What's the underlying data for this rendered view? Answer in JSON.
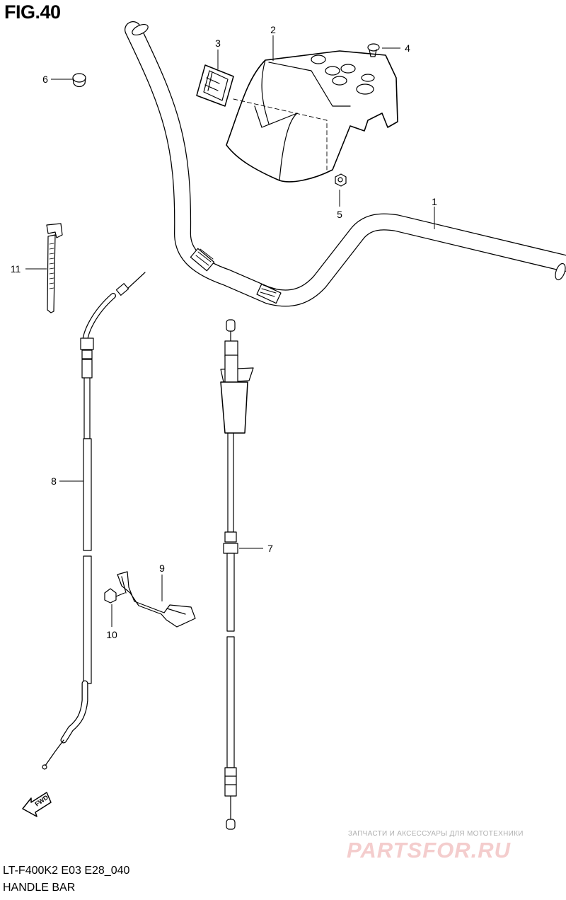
{
  "figure": {
    "title": "FIG.40",
    "model_code": "LT-F400K2 E03 E28_040",
    "section_name": "HANDLE BAR"
  },
  "callouts": [
    {
      "id": "1",
      "part": "handlebar"
    },
    {
      "id": "2",
      "part": "handlebar-cover"
    },
    {
      "id": "3",
      "part": "emblem"
    },
    {
      "id": "4",
      "part": "screw"
    },
    {
      "id": "5",
      "part": "nut"
    },
    {
      "id": "6",
      "part": "cap"
    },
    {
      "id": "7",
      "part": "throttle-cable"
    },
    {
      "id": "8",
      "part": "brake-cable"
    },
    {
      "id": "9",
      "part": "cable-guide"
    },
    {
      "id": "10",
      "part": "bolt"
    },
    {
      "id": "11",
      "part": "clamp"
    }
  ],
  "fwd_arrow": {
    "label": "FWD",
    "icon": "fwd-arrow-icon"
  },
  "watermark": {
    "line1": "ЗАПЧАСТИ И АКСЕССУАРЫ ДЛЯ МОТОТЕХНИКИ",
    "line2": "PARTSFOR.RU"
  }
}
